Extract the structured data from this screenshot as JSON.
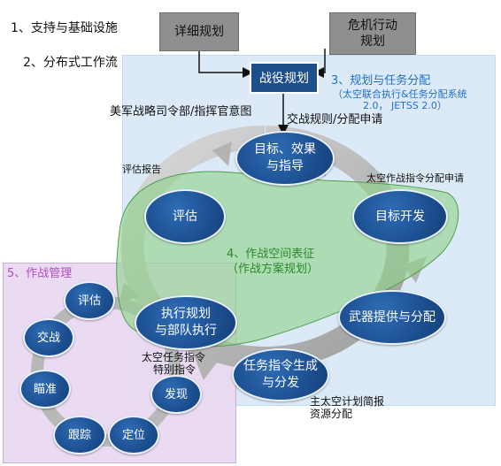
{
  "legend": {
    "item1": "1、支持与基础设施",
    "item2": "2、分布式工作流"
  },
  "top_boxes": {
    "detailed_planning": "详细规划",
    "crisis_action_line1": "危机行动",
    "crisis_action_line2": "规划",
    "campaign_planning": "战役规划"
  },
  "labels": {
    "stratcom_line": "美军战略司令部/指挥官意图",
    "exchange_rules": "交战规则/分配申请",
    "assessment_report": "评估报告",
    "space_ops_request": "太空作战指令分配申请",
    "space_task_directive_line1": "太空任务指令",
    "space_task_directive_line2": "特别指令",
    "master_space_plan_line1": "主太空计划简报",
    "master_space_plan_line2": "资源分配"
  },
  "section3": {
    "title": "3、规划与任务分配",
    "subtitle_line1": "（太空联合执行&任务分配系统",
    "subtitle_line2": "2.0， JETSS 2.0）"
  },
  "section4": {
    "title": "4、作战空间表征",
    "subtitle": "（作战方案规划）"
  },
  "section5": {
    "title": "5、作战管理"
  },
  "cycle_nodes": {
    "objectives_line1": "目标、效果",
    "objectives_line2": "与指导",
    "target_dev": "目标开发",
    "weapon_alloc": "武器提供与分配",
    "task_order_line1": "任务指令生成",
    "task_order_line2": "与分发",
    "exec_plan_line1": "执行规划",
    "exec_plan_line2": "与部队执行",
    "assessment": "评估"
  },
  "small_cycle": {
    "assess": "评估",
    "engage": "交战",
    "aim": "瞄准",
    "track": "跟踪",
    "fix": "定位",
    "find": "发现"
  },
  "colors": {
    "navy": "#1f4f8a",
    "gray_box": "#8f8f8f",
    "light_blue_panel": "#dce9f7",
    "lavender_panel": "#e9dcf0",
    "green_region": "#8fd48a",
    "section3_text": "#1f6fd0",
    "section4_text": "#2a8a2a",
    "section5_text": "#b14cc8"
  }
}
